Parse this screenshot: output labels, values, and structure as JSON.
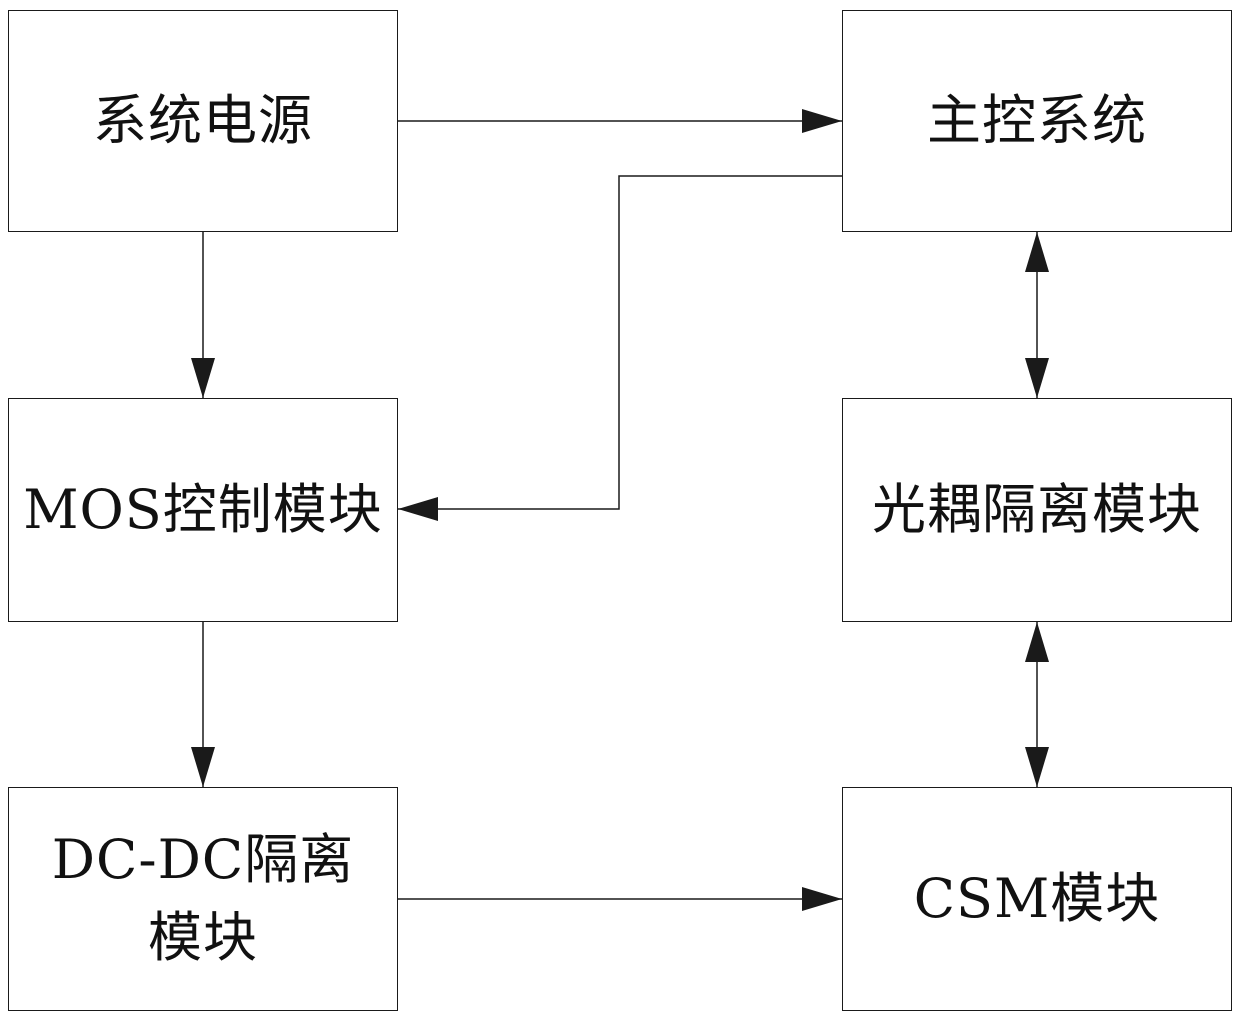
{
  "blocks": {
    "system_power": "系统电源",
    "main_control": "主控系统",
    "mos_control": "MOS控制模块",
    "opto_isolation": "光耦隔离模块",
    "dcdc_isolation": "DC-DC隔离模块",
    "csm_module": "CSM模块"
  },
  "connections": [
    {
      "from": "system_power",
      "to": "main_control",
      "direction": "one-way"
    },
    {
      "from": "system_power",
      "to": "mos_control",
      "direction": "one-way"
    },
    {
      "from": "main_control",
      "to": "mos_control",
      "direction": "one-way"
    },
    {
      "from": "main_control",
      "to": "opto_isolation",
      "direction": "two-way"
    },
    {
      "from": "opto_isolation",
      "to": "csm_module",
      "direction": "two-way"
    },
    {
      "from": "mos_control",
      "to": "dcdc_isolation",
      "direction": "one-way"
    },
    {
      "from": "dcdc_isolation",
      "to": "csm_module",
      "direction": "one-way"
    }
  ],
  "colors": {
    "line": "#1a1a1a",
    "background": "#ffffff",
    "text": "#111111"
  }
}
